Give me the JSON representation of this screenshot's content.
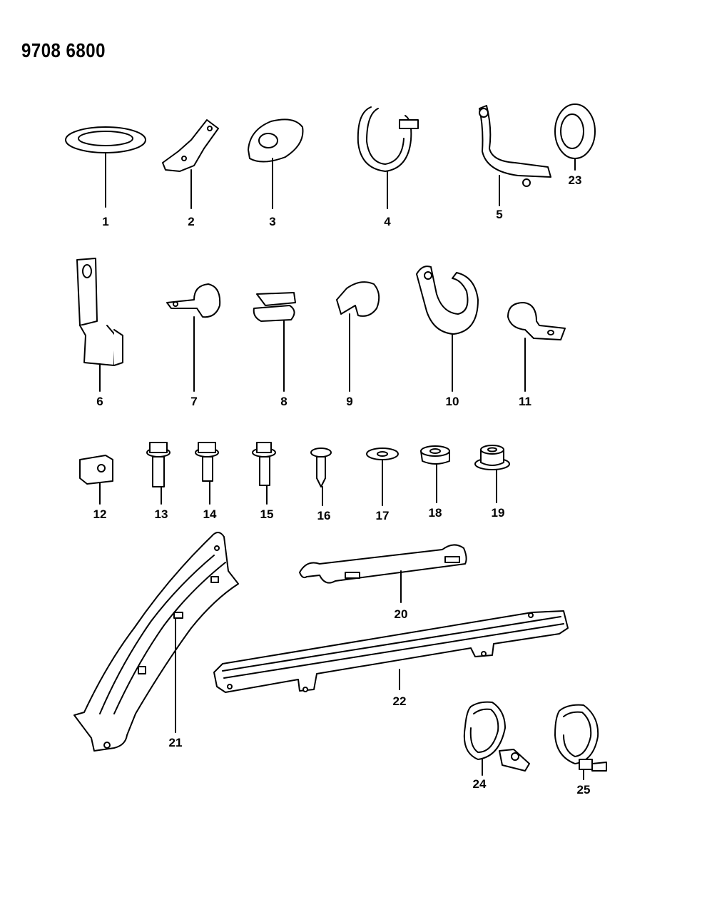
{
  "header": {
    "reference_number": "9708 6800"
  },
  "parts": [
    {
      "id": "1",
      "label": "1"
    },
    {
      "id": "2",
      "label": "2"
    },
    {
      "id": "3",
      "label": "3"
    },
    {
      "id": "4",
      "label": "4"
    },
    {
      "id": "5",
      "label": "5"
    },
    {
      "id": "6",
      "label": "6"
    },
    {
      "id": "7",
      "label": "7"
    },
    {
      "id": "8",
      "label": "8"
    },
    {
      "id": "9",
      "label": "9"
    },
    {
      "id": "10",
      "label": "10"
    },
    {
      "id": "11",
      "label": "11"
    },
    {
      "id": "12",
      "label": "12"
    },
    {
      "id": "13",
      "label": "13"
    },
    {
      "id": "14",
      "label": "14"
    },
    {
      "id": "15",
      "label": "15"
    },
    {
      "id": "16",
      "label": "16"
    },
    {
      "id": "17",
      "label": "17"
    },
    {
      "id": "18",
      "label": "18"
    },
    {
      "id": "19",
      "label": "19"
    },
    {
      "id": "20",
      "label": "20"
    },
    {
      "id": "21",
      "label": "21"
    },
    {
      "id": "22",
      "label": "22"
    },
    {
      "id": "23",
      "label": "23"
    },
    {
      "id": "24",
      "label": "24"
    },
    {
      "id": "25",
      "label": "25"
    }
  ]
}
